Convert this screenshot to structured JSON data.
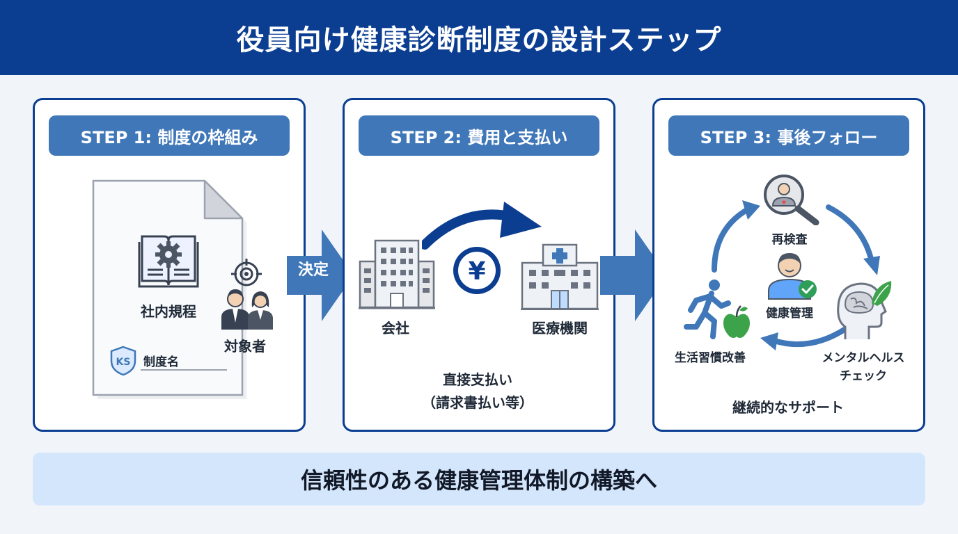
{
  "title": "役員向け健康診断制度の設計ステップ",
  "step1": {
    "label": "STEP 1: 制度の枠組み",
    "regulations": "社内規程",
    "targets": "対象者",
    "badge_text": "KS",
    "system_name": "制度名"
  },
  "connector1": {
    "label": "決定"
  },
  "step2": {
    "label": "STEP 2: 費用と支払い",
    "company": "会社",
    "medical": "医療機関",
    "currency_symbol": "¥",
    "payment_line1": "直接支払い",
    "payment_line2": "（請求書払い等）"
  },
  "step3": {
    "label": "STEP 3: 事後フォロー",
    "recheck": "再検査",
    "health_mgmt": "健康管理",
    "mental_line1": "メンタルヘルス",
    "mental_line2": "チェック",
    "lifestyle": "生活習慣改善",
    "ongoing": "継続的なサポート"
  },
  "footer": {
    "text": "信頼性のある健康管理体制の構築へ"
  },
  "colors": {
    "navy": "#0b3d91",
    "step_pill": "#3f77b8",
    "arrow": "#3f77b8",
    "footer_bg": "#d4e6fb",
    "check": "#2e9e58",
    "apple": "#3ca34a"
  }
}
